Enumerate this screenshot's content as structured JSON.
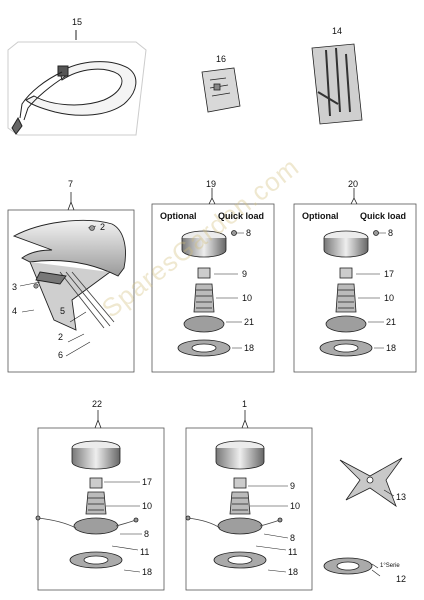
{
  "labels": {
    "n15": "15",
    "n16": "16",
    "n14": "14",
    "n7": "7",
    "n2a": "2",
    "n3": "3",
    "n4": "4",
    "n5": "5",
    "n2b": "2",
    "n6": "6",
    "n19": "19",
    "n8a": "8",
    "n9a": "9",
    "n10a": "10",
    "n21a": "21",
    "n18a": "18",
    "n20": "20",
    "n8b": "8",
    "n17a": "17",
    "n10b": "10",
    "n21b": "21",
    "n18b": "18",
    "n22": "22",
    "n17b": "17",
    "n10c": "10",
    "n8c": "8",
    "n11a": "11",
    "n18c": "18",
    "n1": "1",
    "n9b": "9",
    "n10d": "10",
    "n8d": "8",
    "n11b": "11",
    "n18d": "18",
    "n13": "13",
    "n12": "12",
    "serie": "1°Serie"
  },
  "headers": {
    "optional_19": "Optional",
    "quick_19": "Quick load",
    "optional_20": "Optional",
    "quick_20": "Quick load"
  },
  "watermark": "SparesGarden.com"
}
